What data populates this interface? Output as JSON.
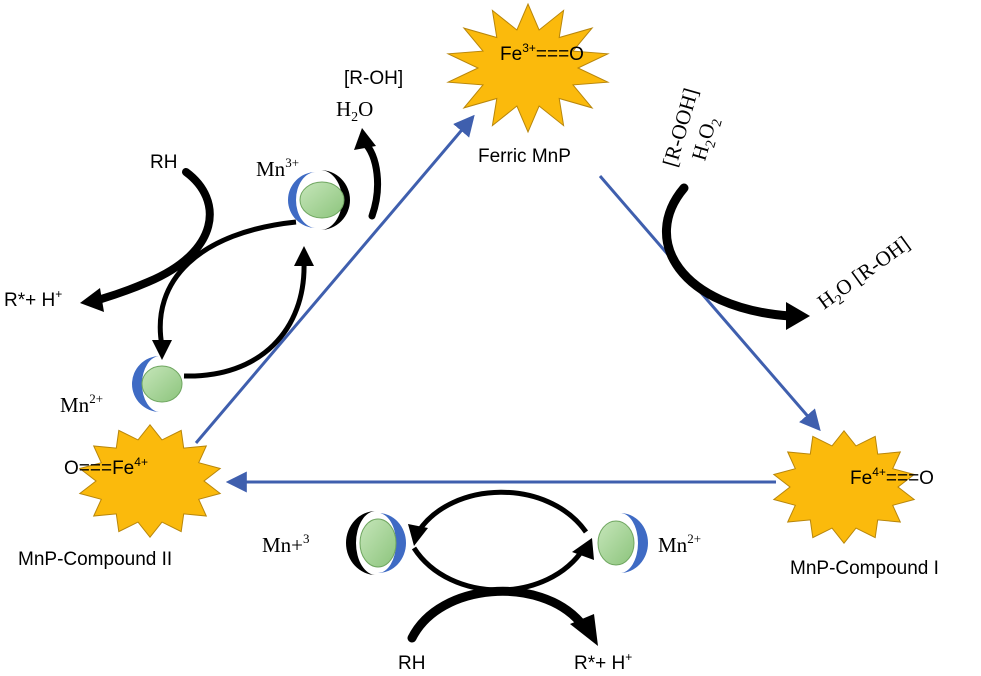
{
  "nodes": {
    "ferric": {
      "label": "Ferric MnP",
      "formula": {
        "metal": "Fe",
        "charge": "3+",
        "bond": "===O"
      }
    },
    "compound_i": {
      "label": "MnP-Compound I",
      "formula": {
        "metal": "Fe",
        "charge": "4+",
        "bond": "===O"
      }
    },
    "compound_ii": {
      "label": "MnP-Compound II",
      "formula": {
        "prefix": "O===",
        "metal": "Fe",
        "charge": "4+"
      }
    }
  },
  "reactants": {
    "peroxide": {
      "line1": "[R-OOH]",
      "line2_main": "H",
      "line2_sub": "2",
      "line2_main2": "O",
      "line2_sub2": "2"
    },
    "water_out": {
      "main": "H",
      "sub": "2",
      "rest": "O [R-OH]"
    },
    "water_left": {
      "line1": "[R-OH]",
      "main": "H",
      "sub": "2",
      "rest": "O"
    }
  },
  "manganese": {
    "mn3_top": {
      "base": "Mn",
      "charge": "3+"
    },
    "mn2_left": {
      "base": "Mn",
      "charge": "2+"
    },
    "mn3_bottom": {
      "text": "Mn+",
      "sup": "3"
    },
    "mn2_bottom": {
      "base": "Mn",
      "charge": "2+"
    }
  },
  "substrates": {
    "rh_top": "RH",
    "product_top": "R*+ H",
    "product_top_sup": "+",
    "rh_bottom": "RH",
    "product_bottom": "R*+ H",
    "product_bottom_sup": "+"
  },
  "colors": {
    "star_fill": "#FBBA0C",
    "star_stroke": "#B8860B",
    "arrow_blue": "#3F5FAE",
    "mn_green": "#A8D49A",
    "mn_blue": "#3F6BC4",
    "black": "#000000"
  }
}
